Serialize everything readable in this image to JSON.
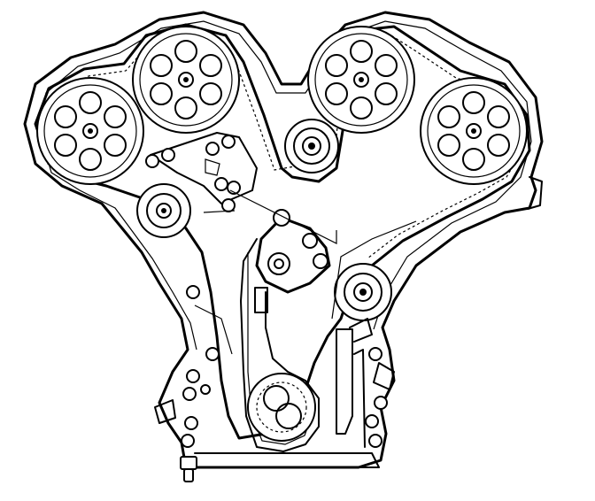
{
  "diagram": {
    "style": "black line drawing on white background",
    "colors": {
      "ink": "#000000",
      "background": "#ffffff"
    },
    "components": [
      "engine-block-outline",
      "timing-belt",
      "camshaft-sprocket-left-outer",
      "camshaft-sprocket-left-inner",
      "camshaft-sprocket-right-inner",
      "camshaft-sprocket-right-outer",
      "idler-pulley-center",
      "belt-tensioner",
      "water-pump-pulley",
      "crankshaft-sprocket",
      "tensioner-arm",
      "oil-dipstick-tube"
    ]
  }
}
